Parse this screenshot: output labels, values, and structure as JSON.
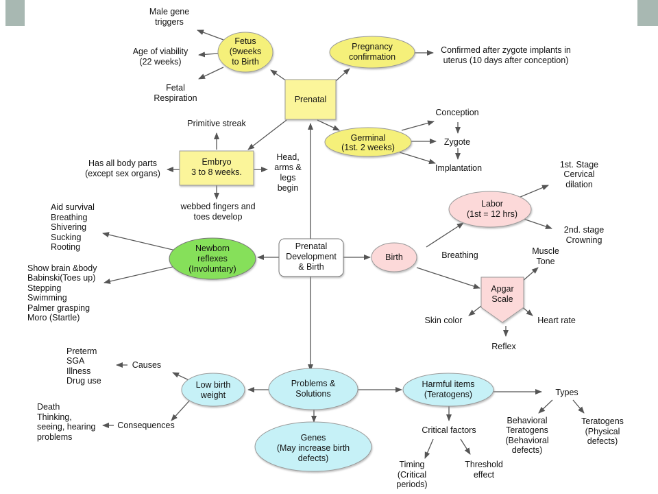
{
  "nodes": {
    "center": [
      "Prenatal",
      "Development",
      "& Birth"
    ],
    "prenatal": [
      "Prenatal"
    ],
    "fetus": [
      "Fetus",
      "(9weeks",
      "to Birth"
    ],
    "pregnancy": [
      "Pregnancy",
      "confirmation"
    ],
    "germinal": [
      "Germinal",
      "(1st. 2 weeks)"
    ],
    "embryo": [
      "Embryo",
      "3 to 8 weeks."
    ],
    "newborn": [
      "Newborn",
      "reflexes",
      "(Involuntary)"
    ],
    "birth": [
      "Birth"
    ],
    "labor": [
      "Labor",
      "(1st = 12 hrs)"
    ],
    "apgar": [
      "Apgar",
      "Scale"
    ],
    "problems": [
      "Problems &",
      "Solutions"
    ],
    "lowbirth": [
      "Low birth",
      "weight"
    ],
    "harmful": [
      "Harmful items",
      "(Teratogens)"
    ],
    "genes": [
      "Genes",
      "(May increase birth",
      "defects)"
    ]
  },
  "labels": {
    "male_gene": [
      "Male gene",
      "triggers"
    ],
    "viability": [
      "Age of viability",
      "(22 weeks)"
    ],
    "fetal_resp": [
      "Fetal",
      "Respiration"
    ],
    "confirmed": [
      "Confirmed after zygote implants in",
      "uterus (10 days after conception)"
    ],
    "conception": [
      "Conception"
    ],
    "zygote": [
      "Zygote"
    ],
    "implantation": [
      "Implantation"
    ],
    "primitive": [
      "Primitive streak"
    ],
    "body_parts": [
      "Has all body parts",
      "(except sex organs)"
    ],
    "head_arms": [
      "Head,",
      "arms &",
      "legs",
      "begin"
    ],
    "webbed": [
      "webbed fingers and",
      "toes develop"
    ],
    "aid": [
      "Aid survival",
      "Breathing",
      "Shivering",
      "Sucking",
      "Rooting"
    ],
    "brain": [
      "Show brain &body",
      "Babinski(Toes up)",
      "Stepping",
      "Swimming",
      "Palmer grasping",
      "Moro (Startle)"
    ],
    "stage1": [
      "1st. Stage",
      "Cervical",
      "dilation"
    ],
    "stage2": [
      "2nd. stage",
      "Crowning"
    ],
    "breathing": [
      "Breathing"
    ],
    "muscle": [
      "Muscle",
      "Tone"
    ],
    "skin": [
      "Skin color"
    ],
    "heart": [
      "Heart rate"
    ],
    "reflex": [
      "Reflex"
    ],
    "causes": [
      "Causes"
    ],
    "causes_list": [
      "Preterm",
      "SGA",
      "Illness",
      "Drug use"
    ],
    "consequences": [
      "Consequences"
    ],
    "conseq_list": [
      "Death",
      "Thinking,",
      "seeing, hearing",
      "problems"
    ],
    "critical": [
      "Critical factors"
    ],
    "timing": [
      "Timing",
      "(Critical",
      "periods)"
    ],
    "threshold": [
      "Threshold",
      "effect"
    ],
    "types": [
      "Types"
    ],
    "behavioral": [
      "Behavioral",
      "Teratogens",
      "(Behavioral",
      "defects)"
    ],
    "teratogens": [
      "Teratogens",
      "(Physical",
      "defects)"
    ]
  },
  "colors": {
    "yellow": "#f5f07a",
    "square_yellow": "#fbf59a",
    "green": "#86e05a",
    "pink": "#fcd9d9",
    "cyan": "#c6f1f7",
    "corner": "#a8b8b2"
  }
}
